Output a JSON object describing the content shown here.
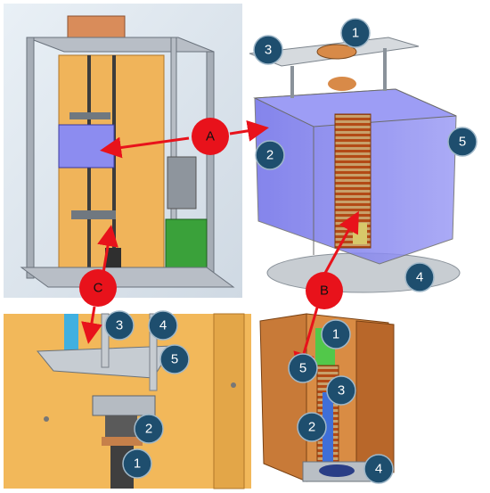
{
  "colors": {
    "callout_fill": "#1e4e6e",
    "callout_stroke": "#9fb7c8",
    "letter_fill": "#e8121b",
    "arrow": "#e8121b",
    "frame_wood": "#f0b45a",
    "bg_panel": "#dfe8f0",
    "chamber": "#7f7ff0",
    "coil": "#c1561a"
  },
  "panels": {
    "top_left": {
      "name": "full-apparatus-view"
    },
    "top_right": {
      "name": "chamber-detail-view"
    },
    "bottom_left": {
      "name": "mechanism-detail-view"
    },
    "bottom_right": {
      "name": "coil-section-view"
    }
  },
  "letters": {
    "a": "A",
    "b": "B",
    "c": "C"
  },
  "callouts": {
    "tr_1": "1",
    "tr_2": "2",
    "tr_3": "3",
    "tr_4": "4",
    "tr_5": "5",
    "bl_1": "1",
    "bl_2": "2",
    "bl_3": "3",
    "bl_4": "4",
    "bl_5": "5",
    "br_1": "1",
    "br_2": "2",
    "br_3": "3",
    "br_4": "4",
    "br_5": "5"
  }
}
